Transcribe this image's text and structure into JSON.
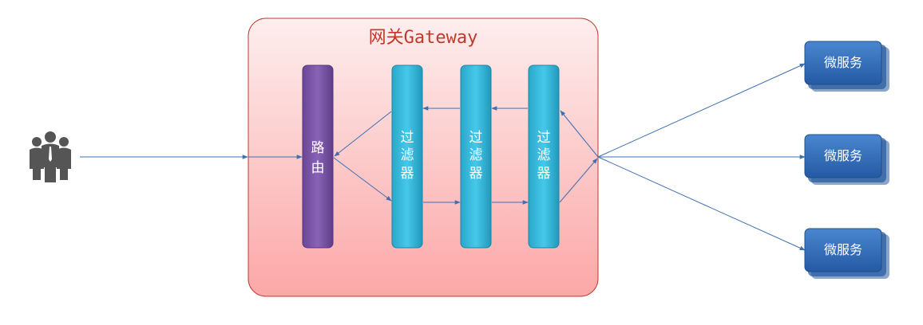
{
  "gateway": {
    "title": "网关Gateway"
  },
  "router": {
    "chars": [
      "路",
      "由"
    ]
  },
  "filters": [
    {
      "chars": [
        "过",
        "滤",
        "器"
      ]
    },
    {
      "chars": [
        "过",
        "滤",
        "器"
      ]
    },
    {
      "chars": [
        "过",
        "滤",
        "器"
      ]
    }
  ],
  "services": [
    {
      "label": "微服务"
    },
    {
      "label": "微服务"
    },
    {
      "label": "微服务"
    }
  ],
  "icons": {
    "users": "users-group-icon"
  },
  "colors": {
    "gateway_fill_top": "#fdeaea",
    "gateway_fill_bottom": "#fca4a4",
    "gateway_stroke": "#c0392b",
    "router": "#7b56a6",
    "filter": "#3bbfe0",
    "service": "#2e6bb7",
    "arrow": "#3f6fb0",
    "users": "#555555"
  }
}
